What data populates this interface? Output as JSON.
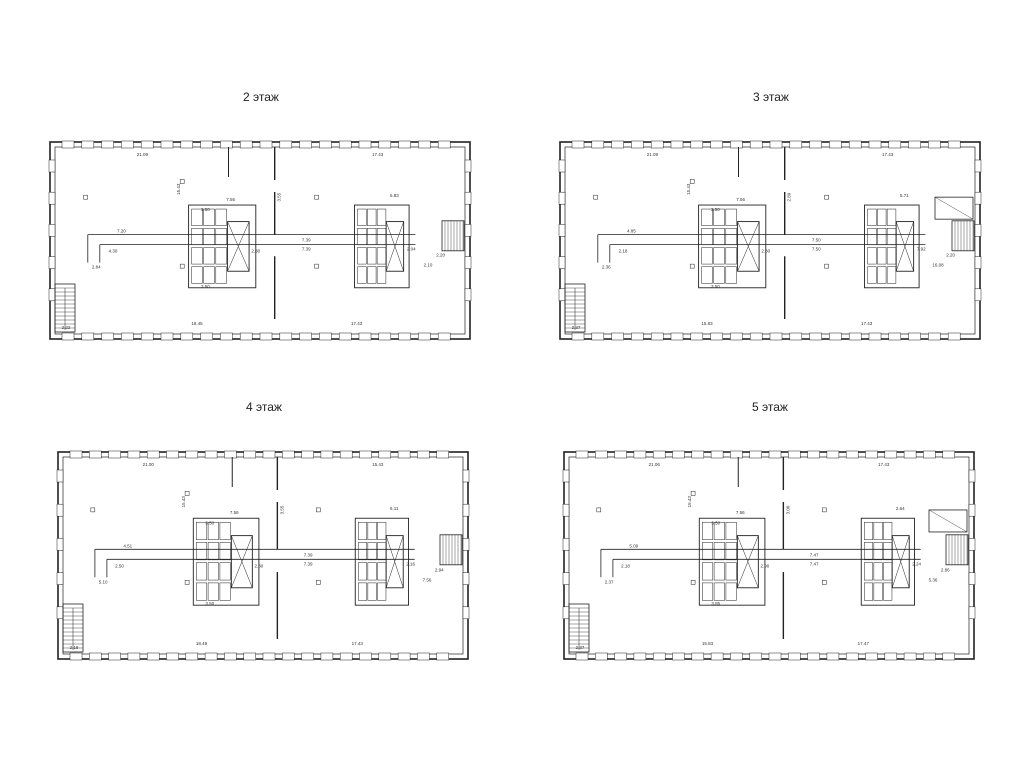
{
  "floors": [
    {
      "title": "2 этаж",
      "dims": {
        "top_left": "21.09",
        "top_right": "17.43",
        "bottom_left": "18.45",
        "bottom_right": "17.43",
        "corridor_left": "7.20",
        "corridor_right": "7.39",
        "corridor_right_b": "7.39",
        "core_left_w": "7.56",
        "core_right_w": "5.83",
        "stair_w": "2.22",
        "side_a": "2.84",
        "side_b": "4.30",
        "side_c": "2.80",
        "side_d": "2.04",
        "side_e": "2.20",
        "side_f": "2.10",
        "wc_a": "3.50",
        "wc_b": "3.50",
        "vert_a": "15.43",
        "vert_b": "3.55"
      }
    },
    {
      "title": "3 этаж",
      "dims": {
        "top_left": "21.09",
        "top_right": "17.43",
        "bottom_left": "15.83",
        "bottom_right": "17.43",
        "corridor_left": "4.85",
        "corridor_right": "7.50",
        "corridor_right_b": "7.50",
        "core_left_w": "7.56",
        "core_right_w": "5.71",
        "stair_w": "2.37",
        "side_a": "2.36",
        "side_b": "2.18",
        "side_c": "2.80",
        "side_d": "7.92",
        "side_e": "2.20",
        "side_f": "16.08",
        "wc_a": "3.50",
        "wc_b": "3.50",
        "vert_a": "15.43",
        "vert_b": "2.89"
      }
    },
    {
      "title": "4 этаж",
      "dims": {
        "top_left": "21.00",
        "top_right": "15.43",
        "bottom_left": "18.49",
        "bottom_right": "17.43",
        "corridor_left": "4.51",
        "corridor_right": "7.39",
        "corridor_right_b": "7.39",
        "core_left_w": "7.56",
        "core_right_w": "6.11",
        "stair_w": "2.18",
        "side_a": "5.10",
        "side_b": "2.50",
        "side_c": "2.80",
        "side_d": "2.16",
        "side_e": "2.94",
        "side_f": "7.56",
        "wc_a": "3.50",
        "wc_b": "3.50",
        "vert_a": "15.43",
        "vert_b": "3.55"
      }
    },
    {
      "title": "5 этаж",
      "dims": {
        "top_left": "21.06",
        "top_right": "17.43",
        "bottom_left": "15.83",
        "bottom_right": "17.47",
        "corridor_left": "5.09",
        "corridor_right": "7.47",
        "corridor_right_b": "7.47",
        "core_left_w": "7.56",
        "core_right_w": "2.64",
        "stair_w": "2.37",
        "side_a": "2.37",
        "side_b": "2.18",
        "side_c": "2.90",
        "side_d": "2.24",
        "side_e": "2.86",
        "side_f": "5.36",
        "wc_a": "3.50",
        "wc_b": "3.85",
        "vert_a": "15.43",
        "vert_b": "3.00"
      }
    }
  ]
}
